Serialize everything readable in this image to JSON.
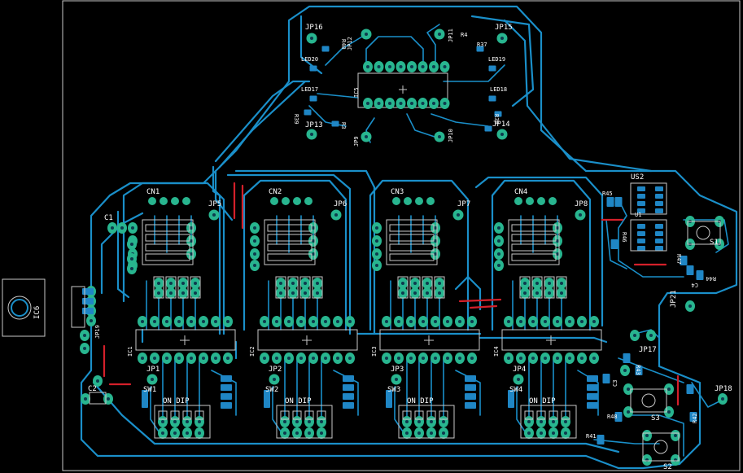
{
  "colors": {
    "background": "#000000",
    "bottom_copper": "#1a8fc9",
    "top_copper": "#d4202a",
    "pads": "#28b58f",
    "smd_pads": "#1f86c5",
    "silkscreen": "#c8c8c8"
  },
  "labels": {
    "jp16": "JP16",
    "jp12": "JP12",
    "jp11": "JP11",
    "jp15": "JP15",
    "r40": "R40",
    "r37": "R37",
    "r4": "R4",
    "r3": "R3",
    "led20": "LED20",
    "led19": "LED19",
    "led17": "LED17",
    "led18": "LED18",
    "ic5": "IC5",
    "r39": "R39",
    "r38": "R38",
    "jp13": "JP13",
    "jp14": "JP14",
    "jp9": "JP9",
    "jp10": "JP10",
    "cn1": "CN1",
    "cn2": "CN2",
    "cn3": "CN3",
    "cn4": "CN4",
    "jp5": "JP5",
    "jp6": "JP6",
    "jp7": "JP7",
    "jp8": "JP8",
    "c1": "C1",
    "c2": "C2",
    "ic6": "IC6",
    "jp19": "JP19",
    "ic1": "IC1",
    "ic2": "IC2",
    "ic3": "IC3",
    "ic4": "IC4",
    "jp1": "JP1",
    "jp2": "JP2",
    "jp3": "JP3",
    "jp4": "JP4",
    "sw1": "SW1",
    "sw2": "SW2",
    "sw3": "SW3",
    "sw4": "SW4",
    "on_dip": "ON DIP",
    "us2": "US2",
    "u1": "U1",
    "r45": "R45",
    "r46": "R46",
    "r47": "R47",
    "s1": "S1",
    "s2": "S2",
    "s3": "S3",
    "jp21": "JP21",
    "jp17": "JP17",
    "jp18": "JP18",
    "r41": "R41",
    "r42": "R42",
    "r43": "R43",
    "r44": "R44",
    "r48": "R48",
    "c3": "C3",
    "c4": "C4"
  }
}
